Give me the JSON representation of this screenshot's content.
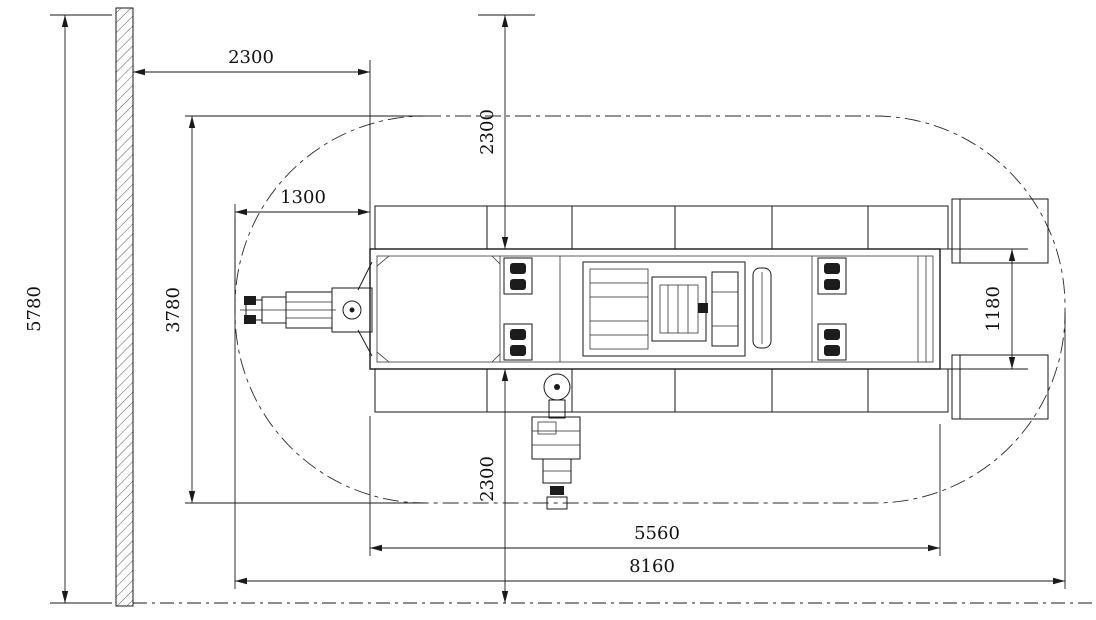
{
  "drawing": {
    "colors": {
      "line": "#1a1a1a",
      "background": "#ffffff",
      "dark_fill": "#1c1c1c"
    },
    "dimensions": {
      "overall_height": "5780",
      "wall_to_machine": "2300",
      "top_clearance": "2300",
      "front_clearance": "1300",
      "envelope_width": "3780",
      "machine_width": "1180",
      "bottom_clearance": "2300",
      "machine_length": "5560",
      "envelope_length": "8160"
    }
  }
}
